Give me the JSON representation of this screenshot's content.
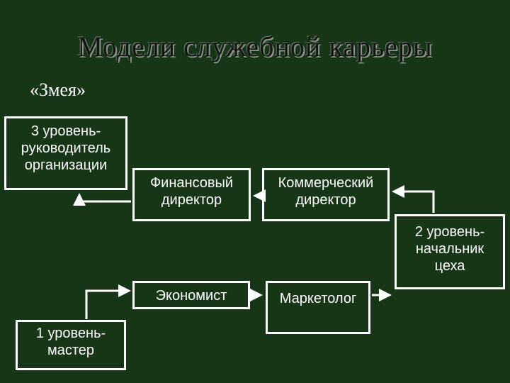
{
  "title": "Модели служебной карьеры",
  "subtitle": "«Змея»",
  "boxes": {
    "director": "3 уровень-\nруководитель\nорганизации",
    "financial": "Финансовый\nдиректор",
    "commercial": "Коммерческий\nдиректор",
    "shop_head": "2 уровень-\nначальник\nцеха",
    "economist": "Экономист",
    "marketer": "Маркетолог",
    "master": "1 уровень-\nмастер"
  },
  "colors": {
    "background": "#173517",
    "foreground": "#ffffff",
    "title": "#141414"
  }
}
